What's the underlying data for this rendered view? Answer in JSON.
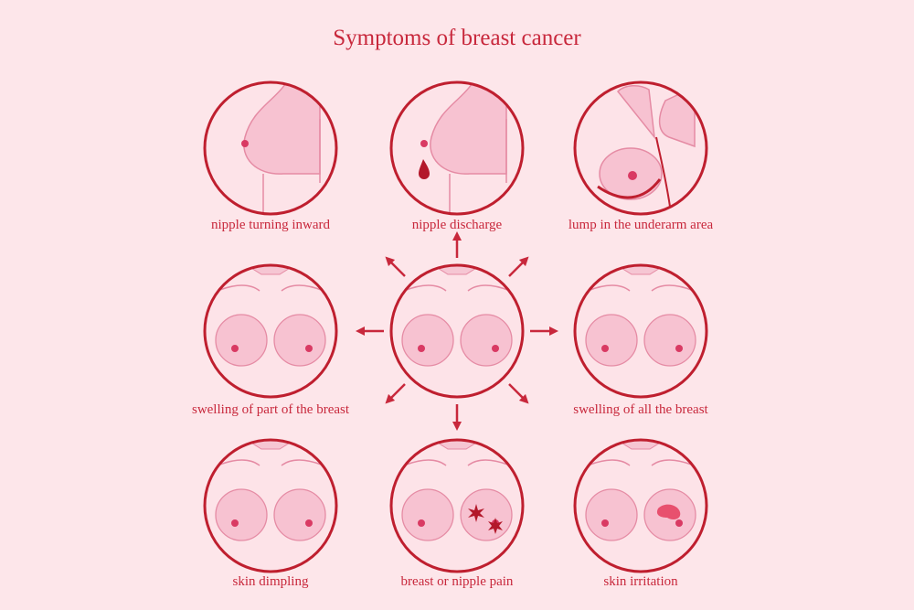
{
  "title": "Symptoms of breast cancer",
  "colors": {
    "background": "#fde6ea",
    "accent": "#c8283c",
    "skin": "#f7bfd0",
    "line": "#e58ba4"
  },
  "symptoms": [
    {
      "label": "nipple turning inward",
      "icon": "side-view-breast-inverted-nipple-icon"
    },
    {
      "label": "nipple discharge",
      "icon": "side-view-breast-discharge-icon"
    },
    {
      "label": "lump in the underarm area",
      "icon": "underarm-lump-icon"
    },
    {
      "label": "swelling of part of the breast",
      "icon": "front-view-breasts-icon"
    },
    {
      "label": "swelling of all the breast",
      "icon": "front-view-breasts-icon"
    },
    {
      "label": "skin dimpling",
      "icon": "front-view-breasts-icon"
    },
    {
      "label": "breast or nipple pain",
      "icon": "pain-star-icon"
    },
    {
      "label": "skin irritation",
      "icon": "irritation-patch-icon"
    }
  ]
}
